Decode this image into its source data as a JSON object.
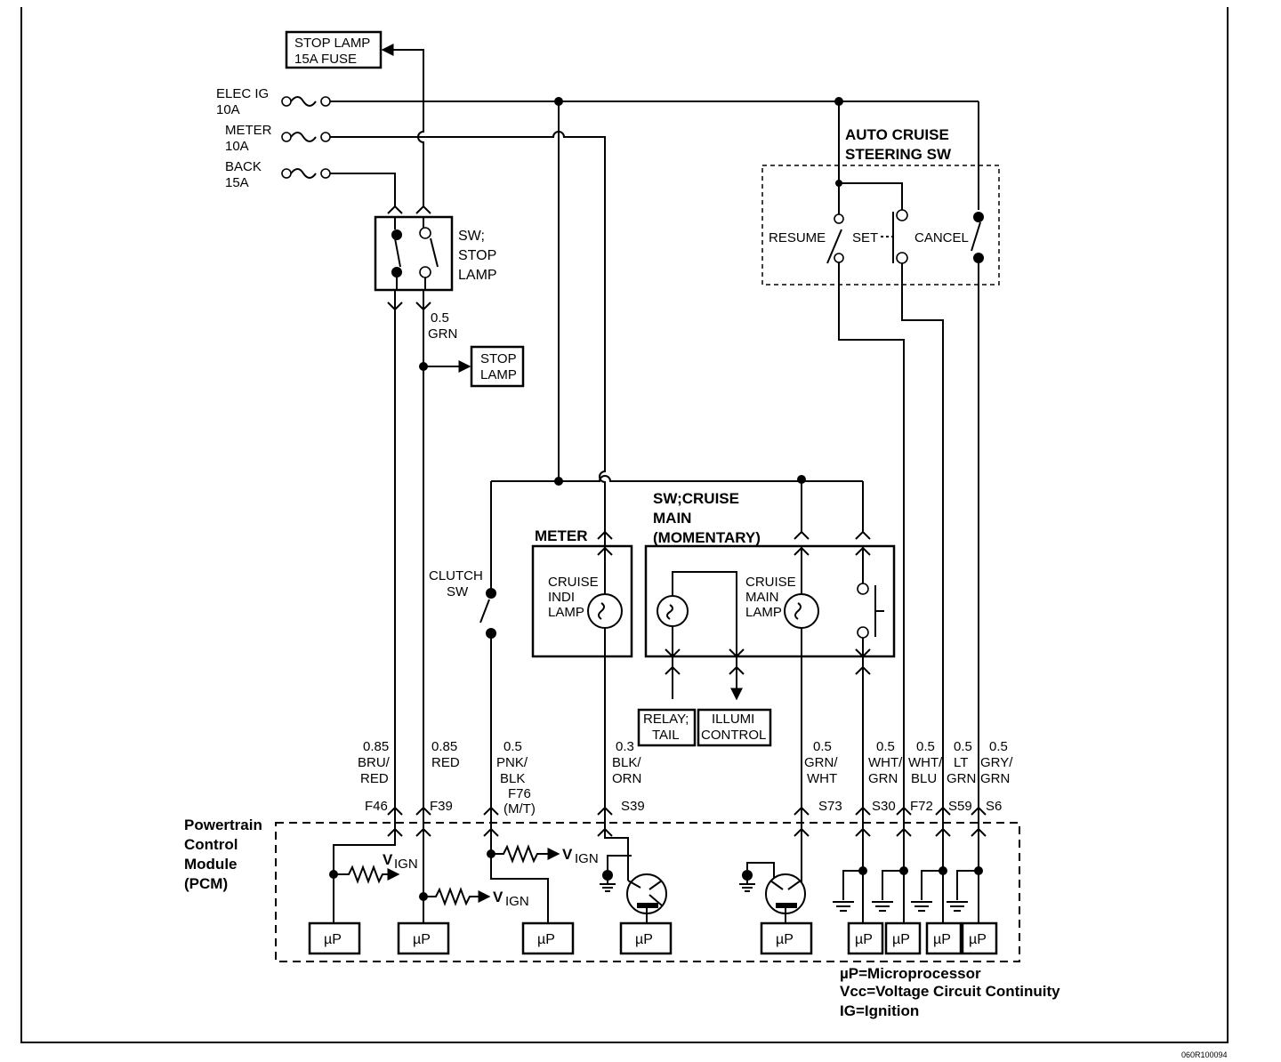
{
  "fuses": {
    "elec_ig": [
      "ELEC IG",
      "10A"
    ],
    "meter": [
      "METER",
      "10A"
    ],
    "back": [
      "BACK",
      "15A"
    ]
  },
  "stop_lamp_fuse": [
    "STOP LAMP",
    "15A FUSE"
  ],
  "stop_lamp_switch": [
    "SW;",
    "STOP",
    "LAMP"
  ],
  "stop_lamp_wire": [
    "0.5",
    "GRN"
  ],
  "stop_lamp": [
    "STOP",
    "LAMP"
  ],
  "steering_sw": {
    "title": [
      "AUTO CRUISE",
      "STEERING SW"
    ],
    "resume": "RESUME",
    "set": "SET",
    "cancel": "CANCEL"
  },
  "cruise_main_sw": [
    "SW;CRUISE",
    "MAIN",
    "(MOMENTARY)"
  ],
  "meter": {
    "label": "METER",
    "lamp": [
      "CRUISE",
      "INDI",
      "LAMP"
    ]
  },
  "cruise_main_lamp": [
    "CRUISE",
    "MAIN",
    "LAMP"
  ],
  "clutch_sw": [
    "CLUTCH",
    "SW"
  ],
  "relay_tail": [
    "RELAY;",
    "TAIL"
  ],
  "illumi_control": [
    "ILLUMI",
    "CONTROL"
  ],
  "wires": [
    {
      "size": "0.85",
      "color": [
        "BRU/",
        "RED"
      ],
      "pin": "F46"
    },
    {
      "size": "0.85",
      "color": [
        "RED"
      ],
      "pin": "F39"
    },
    {
      "size": "0.5",
      "color": [
        "PNK/",
        "BLK"
      ],
      "pin": "F76",
      "note": "(M/T)"
    },
    {
      "size": "0.3",
      "color": [
        "BLK/",
        "ORN"
      ],
      "pin": "S39"
    },
    {
      "size": "0.5",
      "color": [
        "GRN/",
        "WHT"
      ],
      "pin": "S73"
    },
    {
      "size": "0.5",
      "color": [
        "WHT/",
        "GRN"
      ],
      "pin": "S30"
    },
    {
      "size": "0.5",
      "color": [
        "WHT/",
        "BLU"
      ],
      "pin": "F72"
    },
    {
      "size": "0.5",
      "color": [
        "LT",
        "GRN"
      ],
      "pin": "S59"
    },
    {
      "size": "0.5",
      "color": [
        "GRY/",
        "GRN"
      ],
      "pin": "S6"
    }
  ],
  "pcm": {
    "label": [
      "Powertrain",
      "Control",
      "Module",
      "(PCM)"
    ],
    "vign_v": "V",
    "vign_sub": "IGN",
    "up": "µP"
  },
  "legend": [
    "µP=Microprocessor",
    "Vcc=Voltage Circuit Continuity",
    "IG=Ignition"
  ],
  "ref_code": "060R100094"
}
